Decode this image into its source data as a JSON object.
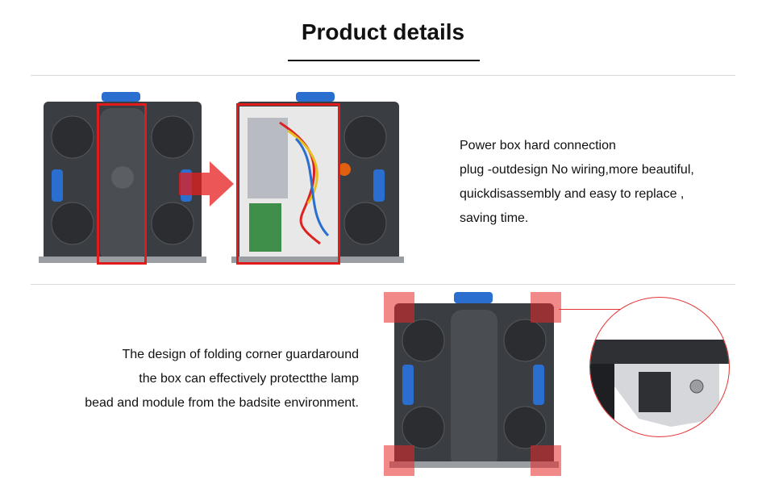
{
  "header": {
    "title": "Product details"
  },
  "section1": {
    "lines": [
      "Power box hard connection",
      "plug -outdesign No wiring,more beautiful,",
      "quickdisassembly and easy to replace ,",
      "saving time."
    ]
  },
  "section2": {
    "lines": [
      "The design of folding corner guardaround",
      "the box can effectively protectthe lamp",
      "bead and module from the badsite environment."
    ]
  },
  "colors": {
    "highlight": "#e01b1b",
    "handle": "#2a6fd0",
    "cabinet": "#3a3d42"
  }
}
